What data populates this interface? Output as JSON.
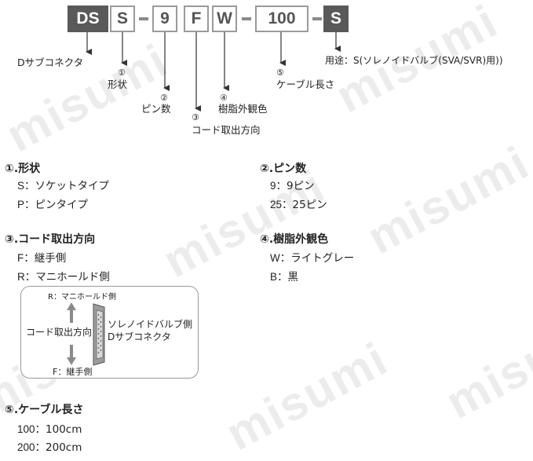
{
  "watermark": "misumi",
  "code_boxes": [
    {
      "text": "DS",
      "dark": true
    },
    {
      "text": "S",
      "dark": false
    },
    {
      "text": "9",
      "dark": false
    },
    {
      "text": "F",
      "dark": false
    },
    {
      "text": "W",
      "dark": false
    },
    {
      "text": "100",
      "dark": false
    },
    {
      "text": "S",
      "dark": true
    }
  ],
  "callouts": {
    "ds": "Dサブコネクタ",
    "shape_num": "①",
    "shape": "形状",
    "pins_num": "②",
    "pins": "ピン数",
    "direction_num": "③",
    "direction": "コード取出方向",
    "color_num": "④",
    "color": "樹脂外観色",
    "length_num": "⑤",
    "length": "ケーブル長さ",
    "usage": "用途：S(ソレノイドバルブ(SVA/SVR)用))"
  },
  "sections": {
    "shape": {
      "title": "①.形状",
      "items": [
        {
          "code": "S",
          "sep": "：",
          "desc": "ソケットタイプ"
        },
        {
          "code": "P",
          "sep": "：",
          "desc": "ピンタイプ"
        }
      ]
    },
    "pins": {
      "title": "②.ピン数",
      "items": [
        {
          "code": "9",
          "sep": "：",
          "desc": "9ピン"
        },
        {
          "code": "25",
          "sep": "：",
          "desc": "25ピン"
        }
      ]
    },
    "direction": {
      "title": "③.コード取出方向",
      "items": [
        {
          "code": "F",
          "sep": "：",
          "desc": "継手側"
        },
        {
          "code": "R",
          "sep": "：",
          "desc": "マニホールド側"
        }
      ]
    },
    "color": {
      "title": "④.樹脂外観色",
      "items": [
        {
          "code": "W",
          "sep": "：",
          "desc": "ライトグレー"
        },
        {
          "code": "B",
          "sep": "：",
          "desc": "黒"
        }
      ]
    },
    "length": {
      "title": "⑤.ケーブル長さ",
      "items": [
        {
          "code": "100",
          "sep": "：",
          "desc": "100cm"
        },
        {
          "code": "200",
          "sep": "：",
          "desc": "200cm"
        }
      ]
    }
  },
  "diagram": {
    "top_label": "R：マニホールド側",
    "bottom_label": "F：継手側",
    "left_label": "コード取出方向",
    "right_label_1": "ソレノイドバルブ側",
    "right_label_2": "Dサブコネクタ"
  }
}
